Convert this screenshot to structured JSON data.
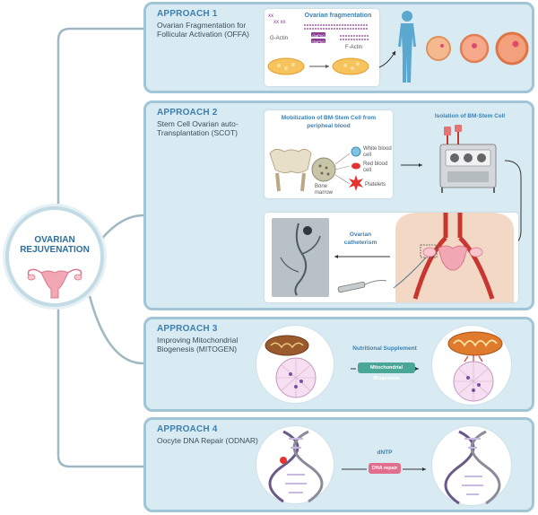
{
  "hub": {
    "title_line1": "OVARIAN",
    "title_line2": "REJUVENATION"
  },
  "approach1": {
    "title": "APPROACH 1",
    "name": "Ovarian Fragmentation for Follicular Activation (OFFA)",
    "fig_title": "Ovarian fragmentation",
    "g_actin": "G-Actin",
    "f_actin": "F-Actin",
    "gtp1": "GlaPhO",
    "gtp2": "GlaPhO"
  },
  "approach2": {
    "title": "APPROACH 2",
    "name": "Stem Cell Ovarian auto-Transplantation (SCOT)",
    "mobilization": "Mobilization of BM-Stem Cell from peripheal blood",
    "isolation": "Isolation of BM-Stem Cell",
    "white": "White blood cell",
    "red": "Red blood cell",
    "platelets": "Platelets",
    "bone_marrow": "Bone marrow",
    "catheterism": "Ovarian catheterism"
  },
  "approach3": {
    "title": "APPROACH 3",
    "name": "Improving Mitochondrial Biogenesis (MITOGEN)",
    "supplement": "Nutritional Supplement",
    "biogenesis": "Mitochondrial Biogenesis"
  },
  "approach4": {
    "title": "APPROACH 4",
    "name": "Oocyte DNA Repair (ODNAR)",
    "dntp": "dNTP",
    "repair": "DNA repair"
  },
  "colors": {
    "panel_fill": "#d9ebf2",
    "panel_border": "#9fc5d6",
    "title_blue": "#3d7fb0",
    "connector": "#9fb8c2",
    "biogenesis_pill": "#4aa795",
    "repair_pill": "#e46d8e"
  }
}
